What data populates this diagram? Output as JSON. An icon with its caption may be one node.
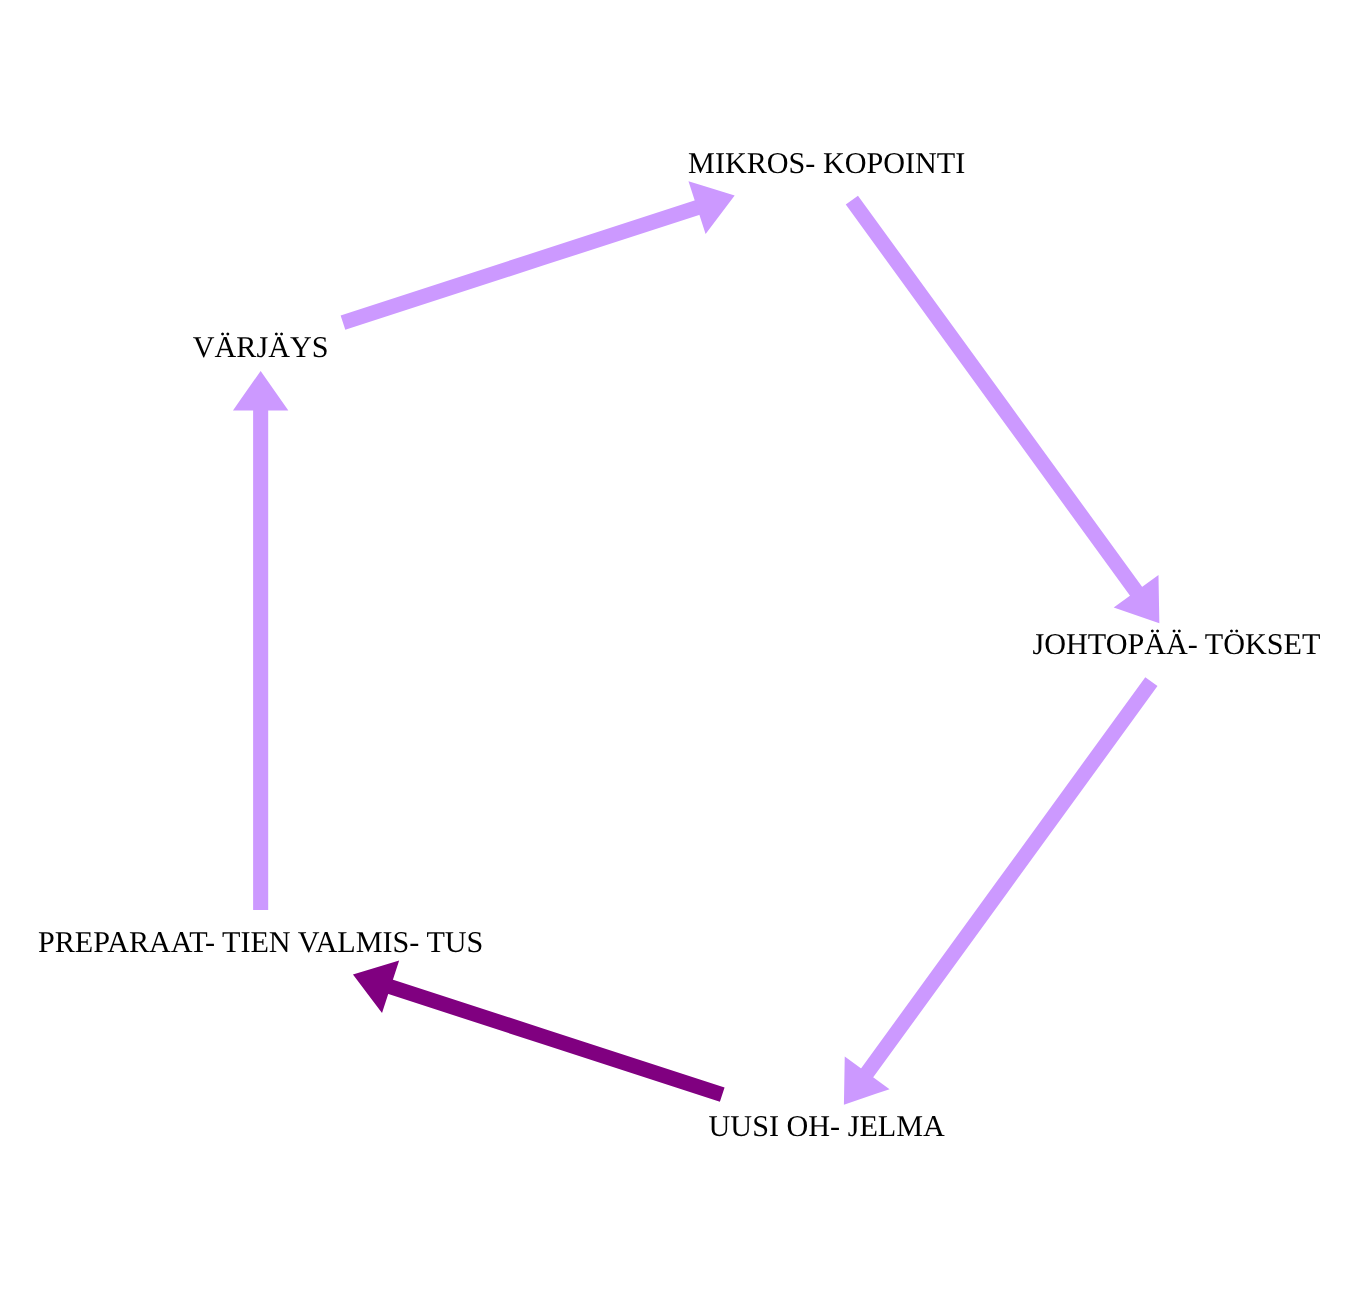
{
  "diagram": {
    "nodes": [
      {
        "text": [
          "UUSI OH- JELMA"
        ]
      },
      {
        "text": [
          "PREPARAAT- TIEN VALMIS- TUS"
        ]
      },
      {
        "text": [
          "VÄRJÄYS"
        ]
      },
      {
        "text": [
          "MIKROS- KOPOINTI"
        ]
      },
      {
        "text": [
          "JOHTOPÄÄ- TÖKSET"
        ]
      }
    ],
    "edges": [
      {
        "from": 0,
        "to": 1,
        "arrow": "to",
        "color": "#800080"
      },
      {
        "from": 1,
        "to": 2,
        "arrow": "to"
      },
      {
        "from": 2,
        "to": 3,
        "arrow": "to"
      },
      {
        "from": 3,
        "to": 4,
        "arrow": "to"
      },
      {
        "from": 4,
        "to": 0,
        "arrow": "to"
      }
    ]
  }
}
